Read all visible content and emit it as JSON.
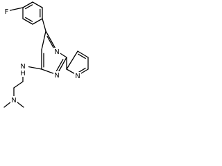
{
  "structure": {
    "atoms": {
      "fluorine": "F",
      "pyrimidine_n1": "N",
      "pyrimidine_n3": "N",
      "pyridine_n": "N",
      "amine_n": "N",
      "amine_h": "H",
      "dimethylamino_n": "N"
    },
    "colors": {
      "bond": "#000000",
      "background": "#ffffff"
    }
  }
}
